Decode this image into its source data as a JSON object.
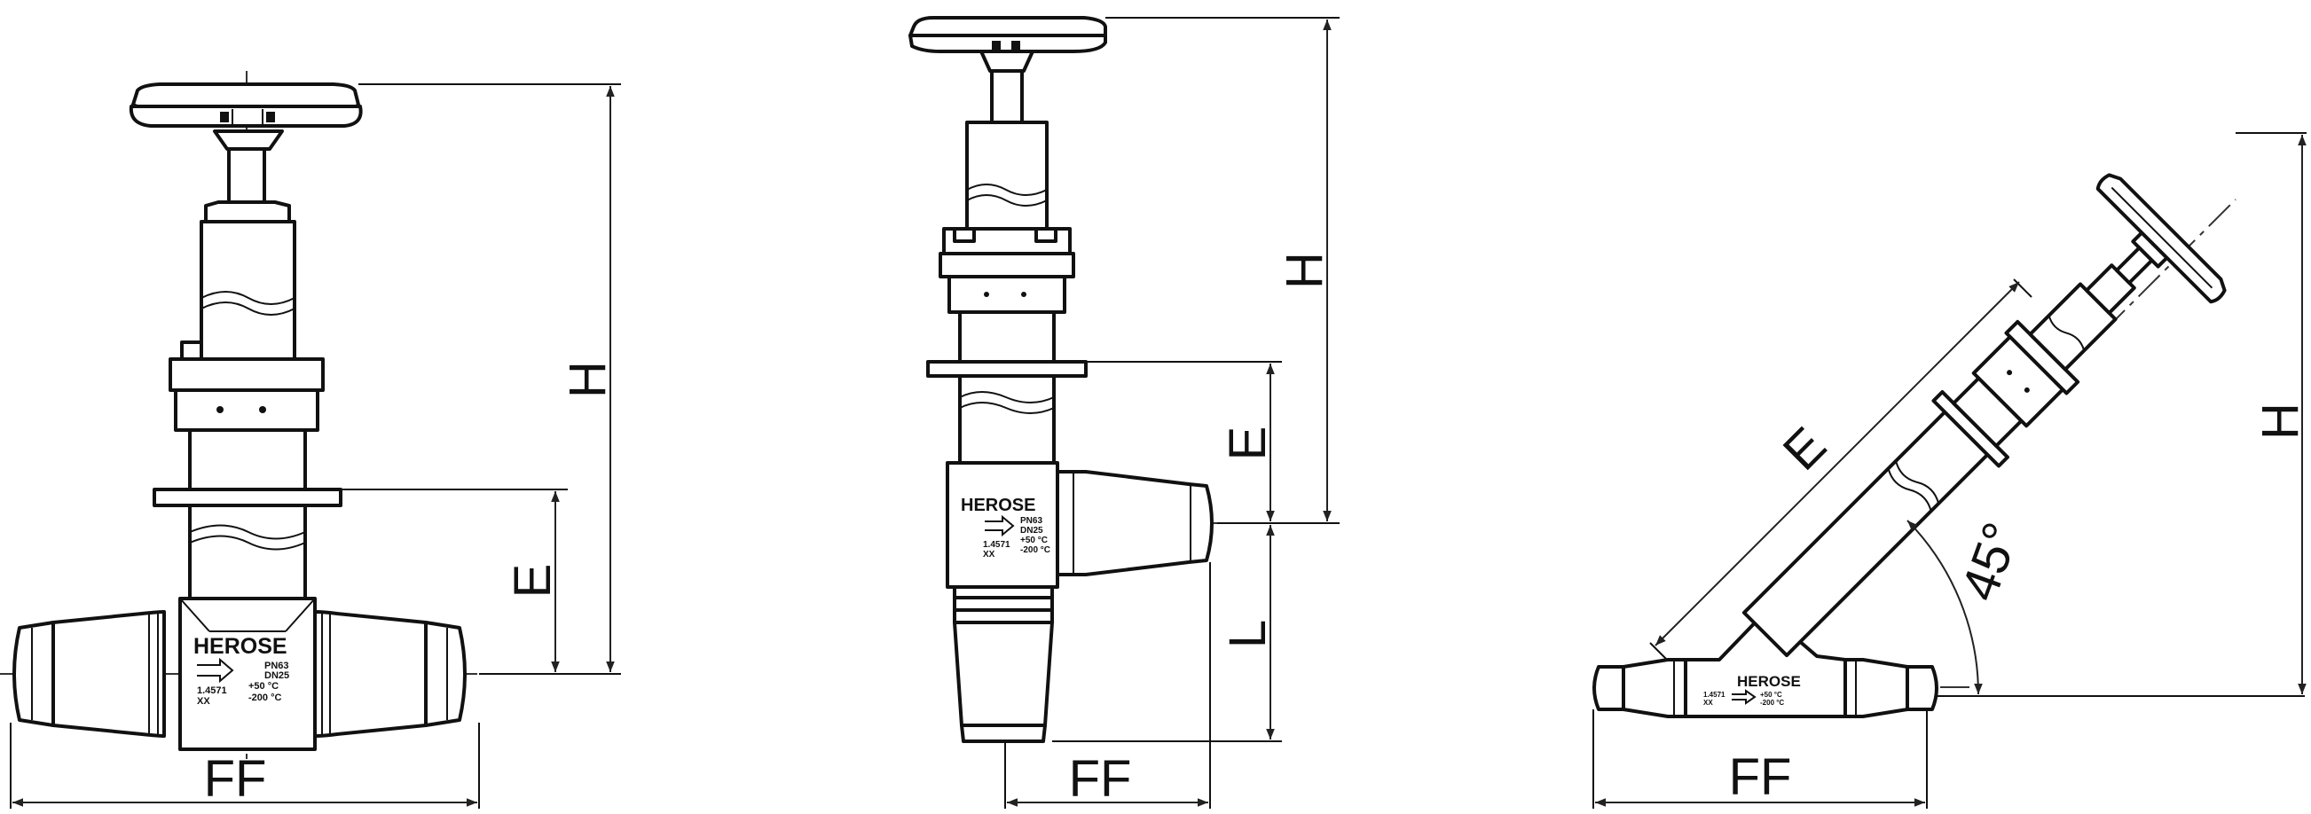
{
  "dimension_labels": {
    "height": "H",
    "center_height": "E",
    "face_to_face": "FF",
    "leg_length": "L",
    "angle": "45°"
  },
  "brand": "HEROSE",
  "body_markings": {
    "material": "1.4571",
    "heat_code": "XX",
    "pressure_1": "PN63",
    "pressure_2": "DN25",
    "temp_max": "+50 °C",
    "temp_min": "-200 °C"
  }
}
